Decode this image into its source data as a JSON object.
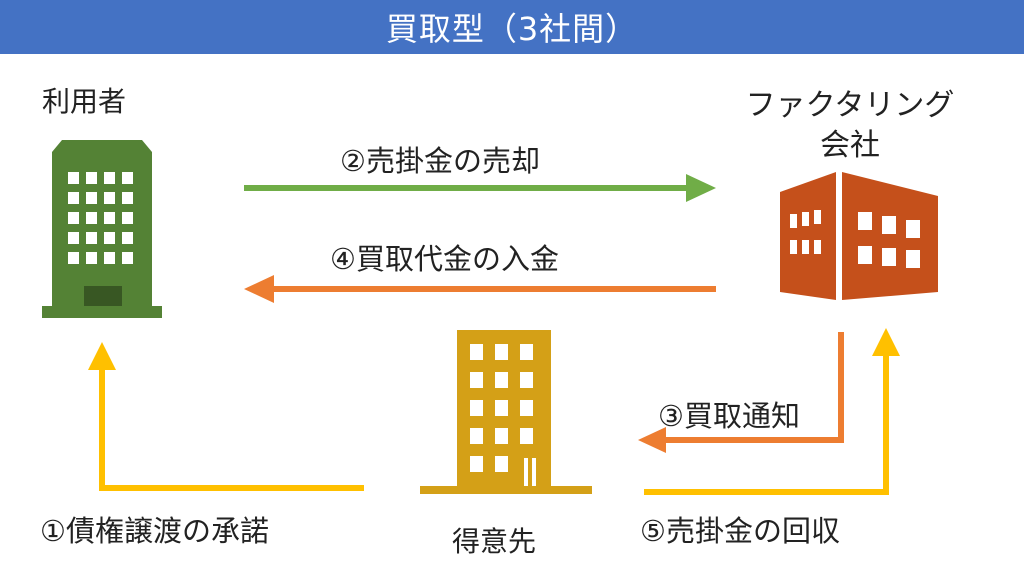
{
  "title": "買取型（3社間）",
  "parties": {
    "user": "利用者",
    "factoring_line1": "ファクタリング",
    "factoring_line2": "会社",
    "customer": "得意先"
  },
  "flows": {
    "step1": "①債権譲渡の承諾",
    "step2": "②売掛金の売却",
    "step3": "③買取通知",
    "step4": "④買取代金の入金",
    "step5": "⑤売掛金の回収"
  },
  "colors": {
    "title_bar": "#4472c4",
    "user_building": "#548235",
    "factoring_building": "#c5501b",
    "customer_building": "#d4a017",
    "arrow_green": "#70ad47",
    "arrow_orange": "#ed7d31",
    "arrow_yellow": "#ffc000"
  }
}
